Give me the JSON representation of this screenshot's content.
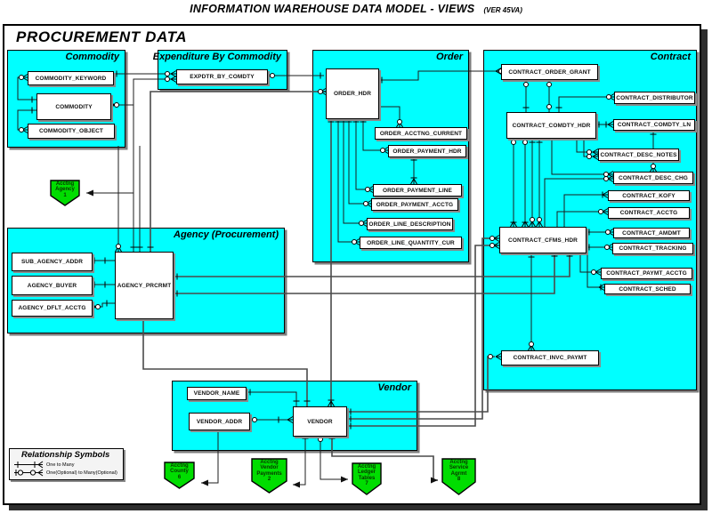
{
  "header": {
    "title": "INFORMATION WAREHOUSE DATA MODEL - VIEWS",
    "version": "(VER 45VA)"
  },
  "page_title": "PROCUREMENT DATA",
  "colors": {
    "region_fill": "#00ffff",
    "offpage_arrow_fill": "#00dd00",
    "entity_fill": "#ffffff"
  },
  "regions": {
    "commodity": {
      "title": "Commodity",
      "entities": {
        "keyword": "COMMODITY_KEYWORD",
        "commodity": "COMMODITY",
        "object": "COMMODITY_OBJECT"
      }
    },
    "expenditure": {
      "title": "Expenditure By Commodity",
      "entities": {
        "expdtr": "EXPDTR_BY_COMDTY"
      }
    },
    "order": {
      "title": "Order",
      "entities": {
        "hdr": "ORDER_HDR",
        "acctng_current": "ORDER_ACCTNG_CURRENT",
        "payment_hdr": "ORDER_PAYMENT_HDR",
        "payment_line": "ORDER_PAYMENT_LINE",
        "payment_acctg": "ORDER_PAYMENT_ACCTG",
        "line_description": "ORDER_LINE_DESCRIPTION",
        "line_quantity_cur": "ORDER_LINE_QUANTITY_CUR"
      }
    },
    "contract": {
      "title": "Contract",
      "entities": {
        "order_grant": "CONTRACT_ORDER_GRANT",
        "distributor": "CONTRACT_DISTRIBUTOR",
        "comdty_hdr": "CONTRACT_COMDTY_HDR",
        "comdty_ln": "CONTRACT_COMDTY_LN",
        "desc_notes": "CONTRACT_DESC_NOTES",
        "desc_chg": "CONTRACT_DESC_CHG",
        "kofy": "CONTRACT_KOFY",
        "acctg": "CONTRACT_ACCTG",
        "cfms_hdr": "CONTRACT_CFMS_HDR",
        "amdmt": "CONTRACT_AMDMT",
        "tracking": "CONTRACT_TRACKING",
        "paymt_acctg": "CONTRACT_PAYMT_ACCTG",
        "sched": "CONTRACT_SCHED",
        "invc_paymt": "CONTRACT_INVC_PAYMT"
      }
    },
    "agency": {
      "title": "Agency (Procurement)",
      "entities": {
        "sub_agency_addr": "SUB_AGENCY_ADDR",
        "agency_buyer": "AGENCY_BUYER",
        "agency_dflt_acctg": "AGENCY_DFLT_ACCTG",
        "agency_prcrmt": "AGENCY_PRCRMT"
      }
    },
    "vendor": {
      "title": "Vendor",
      "entities": {
        "name": "VENDOR_NAME",
        "addr": "VENDOR_ADDR",
        "vendor": "VENDOR"
      }
    }
  },
  "legend": {
    "title": "Relationship Symbols",
    "items": [
      "One to Many",
      "One(Optional) to Many(Optional)"
    ]
  },
  "offpage_arrows": {
    "agency": "Acctng\nAgency\n1",
    "county": "Acctng\nCounty\n6",
    "vendor_payments": "Acctng\nVendor\nPayments\n2",
    "ledger_tables": "Acctng\nLedger\nTables\n7",
    "service_agrmt": "Acctng\nService\nAgrmt\n8"
  }
}
